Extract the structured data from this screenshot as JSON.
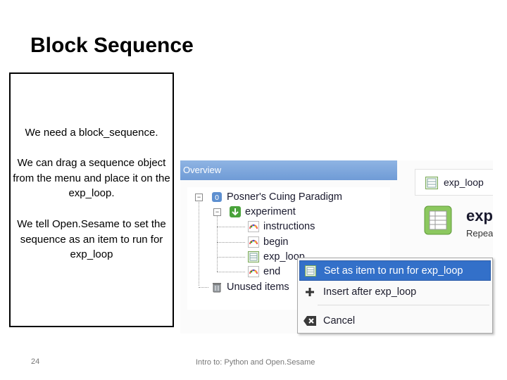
{
  "slide": {
    "title": "Block Sequence",
    "paragraphs": [
      {
        "pre": "We need a ",
        "bold": "block_sequence",
        "post": "."
      },
      {
        "pre": "We can drag a sequence object from the menu and place it on the ",
        "bold": "exp_loop",
        "post": "."
      },
      {
        "pre": "We tell Open.Sesame to set the sequence as an item to run for ",
        "bold": "exp_loop",
        "post": ""
      }
    ],
    "page_number": "24",
    "footer": "Intro to: Python and Open.Sesame"
  },
  "overview": {
    "header": "Overview",
    "tree": [
      {
        "label": "Posner's Cuing Paradigm",
        "icon": "experiment-root-icon"
      },
      {
        "label": "experiment",
        "icon": "sequence-icon"
      },
      {
        "label": "instructions",
        "icon": "sketchpad-icon"
      },
      {
        "label": "begin",
        "icon": "sketchpad-icon"
      },
      {
        "label": "exp_loop",
        "icon": "loop-icon"
      },
      {
        "label": "end",
        "icon": "sketchpad-icon"
      },
      {
        "label": "Unused items",
        "icon": "trash-icon"
      }
    ]
  },
  "right_panel": {
    "tab_label": "exp_loop",
    "item_title": "exp",
    "item_subtitle": "Repea"
  },
  "context_menu": {
    "items": [
      {
        "label": "Set as item to run for exp_loop",
        "icon": "loop-icon",
        "highlighted": true
      },
      {
        "label": "Insert after exp_loop",
        "icon": "plus-icon",
        "highlighted": false
      },
      {
        "label": "Cancel",
        "icon": "cancel-icon",
        "highlighted": false
      }
    ]
  },
  "colors": {
    "overview_header": "#7aa6dc",
    "menu_highlight": "#3370c9"
  }
}
